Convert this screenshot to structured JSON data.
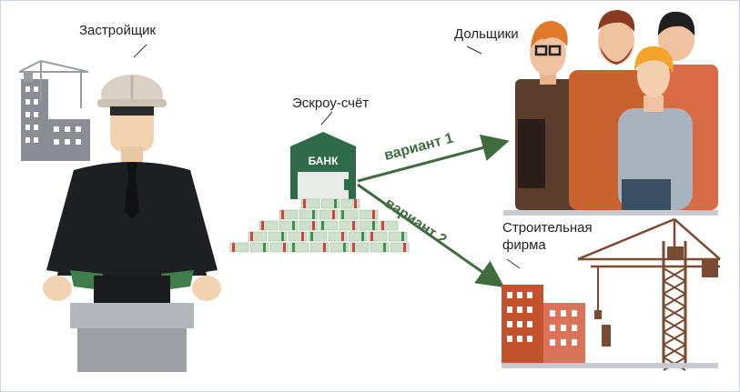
{
  "labels": {
    "developer": "Застройщик",
    "escrow": "Эскроу-счёт",
    "shareholders": "Дольщики",
    "construction_firm_line1": "Строительная",
    "construction_firm_line2": "фирма",
    "bank": "БАНК",
    "option1": "вариант 1",
    "option2": "вариант 2"
  },
  "colors": {
    "arrow_green": "#3f6b3f",
    "bank_green": "#2f6b4a",
    "building_gray": "#8a8d93",
    "building_brick": "#c4522c",
    "crane_gray": "#b5b8bd",
    "crane_brown": "#7a4a32"
  }
}
